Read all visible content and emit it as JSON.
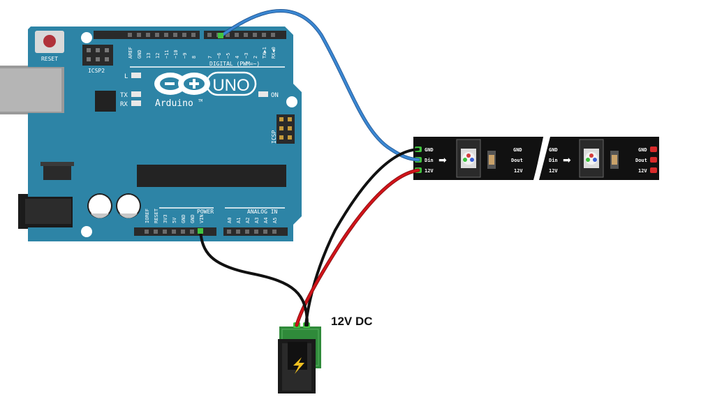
{
  "board": {
    "reset_label": "RESET",
    "icsp2_label": "ICSP2",
    "icsp_label": "ICSP",
    "digital_pins": [
      "AREF",
      "GND",
      "13",
      "12",
      "~11",
      "~10",
      "~9",
      "8",
      "7",
      "~6",
      "~5",
      "4",
      "~3",
      "2",
      "TX▶1",
      "RX◀0"
    ],
    "digital_label": "DIGITAL (PWM=~)",
    "led_l": "L",
    "led_tx": "TX",
    "led_rx": "RX",
    "led_on": "ON",
    "logo_uno": "UNO",
    "logo_brand": "Arduino",
    "logo_tm": "TM",
    "power_pins": [
      "IOREF",
      "RESET",
      "3V3",
      "5V",
      "GND",
      "GND",
      "VIN"
    ],
    "power_label": "POWER",
    "analog_pins": [
      "A0",
      "A1",
      "A2",
      "A3",
      "A4",
      "A5"
    ],
    "analog_label": "ANALOG IN"
  },
  "strip": {
    "left_input_labels": [
      "GND",
      "Din",
      "12V"
    ],
    "seg1_right_labels": [
      "GND",
      "Dout",
      "12V"
    ],
    "seg2_left_labels": [
      "GND",
      "Din",
      "12V"
    ],
    "right_output_labels": [
      "GND",
      "Dout",
      "12V"
    ],
    "arrow": "➡"
  },
  "power_supply": {
    "label": "12V DC"
  },
  "colors": {
    "board": "#2d84a6",
    "strip": "#111111",
    "wire_blue": "#3a86d1",
    "wire_red": "#d0141a",
    "wire_black": "#1a1a1a",
    "pin_green": "#41c43f",
    "pin_red": "#d92b2b"
  }
}
